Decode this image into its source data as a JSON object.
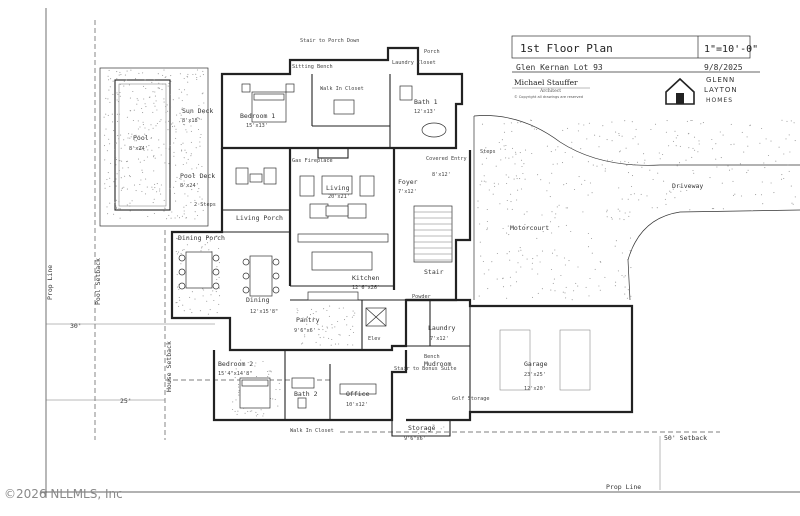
{
  "title_block": {
    "title": "1st Floor Plan",
    "scale": "1\"=10'-0\"",
    "project": "Glen Kernan Lot 93",
    "date": "9/8/2025",
    "architect": "Michael Stauffer",
    "architect_sub": "Architect",
    "copyright": "© Copyright all drawings are reserved",
    "brand_line1": "GLENN",
    "brand_line2": "LAYTON",
    "brand_line3": "HOMES"
  },
  "watermark": "©2026 NLLMLS, Inc",
  "rooms": {
    "stair_porch": "Stair to Porch Down",
    "porch": "Porch",
    "laundry_cl": "Laundry Closet",
    "wet_bar": "Sitting Bench",
    "bedroom1": "Bedroom 1",
    "bedroom1_size": "15'x13'",
    "walk_closet": "Walk In Closet",
    "bath1": "Bath 1",
    "bath1_size": "12'x13'",
    "sun_deck": "Sun Deck",
    "sun_deck_size": "8'x18'",
    "pool": "Pool",
    "pool_size": "8'x24'",
    "pool_deck": "Pool Deck",
    "pool_deck_size": "8'x24'",
    "steps2": "2 Steps",
    "living": "Living",
    "living_size": "20'x21'",
    "gas_fireplace": "Gas Fireplace",
    "foyer": "Foyer",
    "foyer_size": "7'x12'",
    "covered_entry": "Covered Entry",
    "covered_entry_size": "8'x12'",
    "steps": "Steps",
    "living_porch": "Living Porch",
    "dining_porch": "Dining Porch",
    "dining": "Dining",
    "dining_size": "12'x15'8\"",
    "kitchen": "Kitchen",
    "kitchen_size": "12'6\"x26'",
    "stair": "Stair",
    "powder": "Powder",
    "pantry": "Pantry",
    "pantry_size": "9'6\"x6'",
    "elev": "Elev",
    "laundry": "Laundry",
    "laundry_size": "7'x12'",
    "motorcourt": "Motorcourt",
    "driveway": "Driveway",
    "garage": "Garage",
    "garage_size1": "23'x25'",
    "garage_size2": "12'x20'",
    "bedroom2": "Bedroom 2",
    "bedroom2_size": "15'4\"x14'8\"",
    "bath2": "Bath 2",
    "office": "Office",
    "office_size": "10'x12'",
    "storage": "Storage",
    "storage_size": "9'6\"x6'",
    "mudroom": "Mudroom",
    "bench": "Bench",
    "golf_storage": "Golf Storage",
    "stair_bonus": "Stair to Bonus Suite",
    "walk_closet2": "Walk In Closet"
  },
  "site": {
    "prop_line_left": "Prop Line",
    "prop_line_bottom": "Prop Line",
    "pool_setback": "Pool Setback",
    "house_setback": "House Setback",
    "setback_50": "50' Setback",
    "dim_30": "30'",
    "dim_25": "25'"
  }
}
